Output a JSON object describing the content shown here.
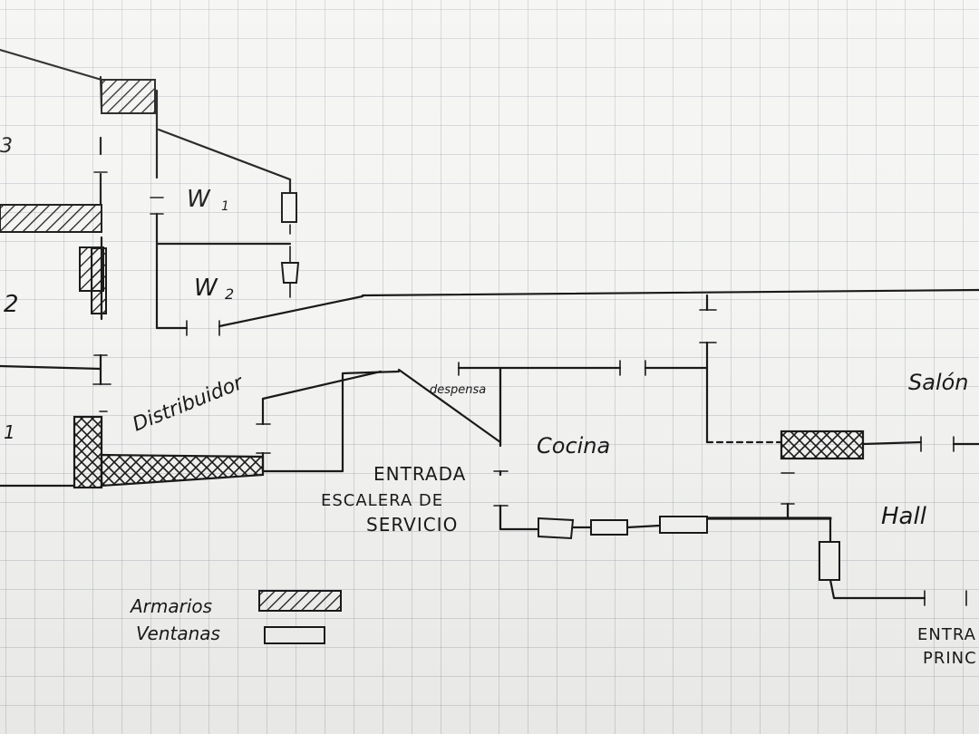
{
  "labels": {
    "room_3": "3",
    "room_2": "2",
    "room_1": "1",
    "w1": "W",
    "w1_sub": "1",
    "w2": "W",
    "w2_sub": "2",
    "distribuidor": "Distribuidor",
    "despensa": "despensa",
    "cocina": "Cocina",
    "salon": "Salón",
    "hall": "Hall",
    "entrada_servicio_1": "ENTRADA",
    "entrada_servicio_2": "ESCALERA DE",
    "entrada_servicio_3": "SERVICIO",
    "entrada_principal_1": "ENTRA",
    "entrada_principal_2": "PRINC"
  },
  "legend": {
    "armarios": "Armarios",
    "ventanas": "Ventanas"
  }
}
